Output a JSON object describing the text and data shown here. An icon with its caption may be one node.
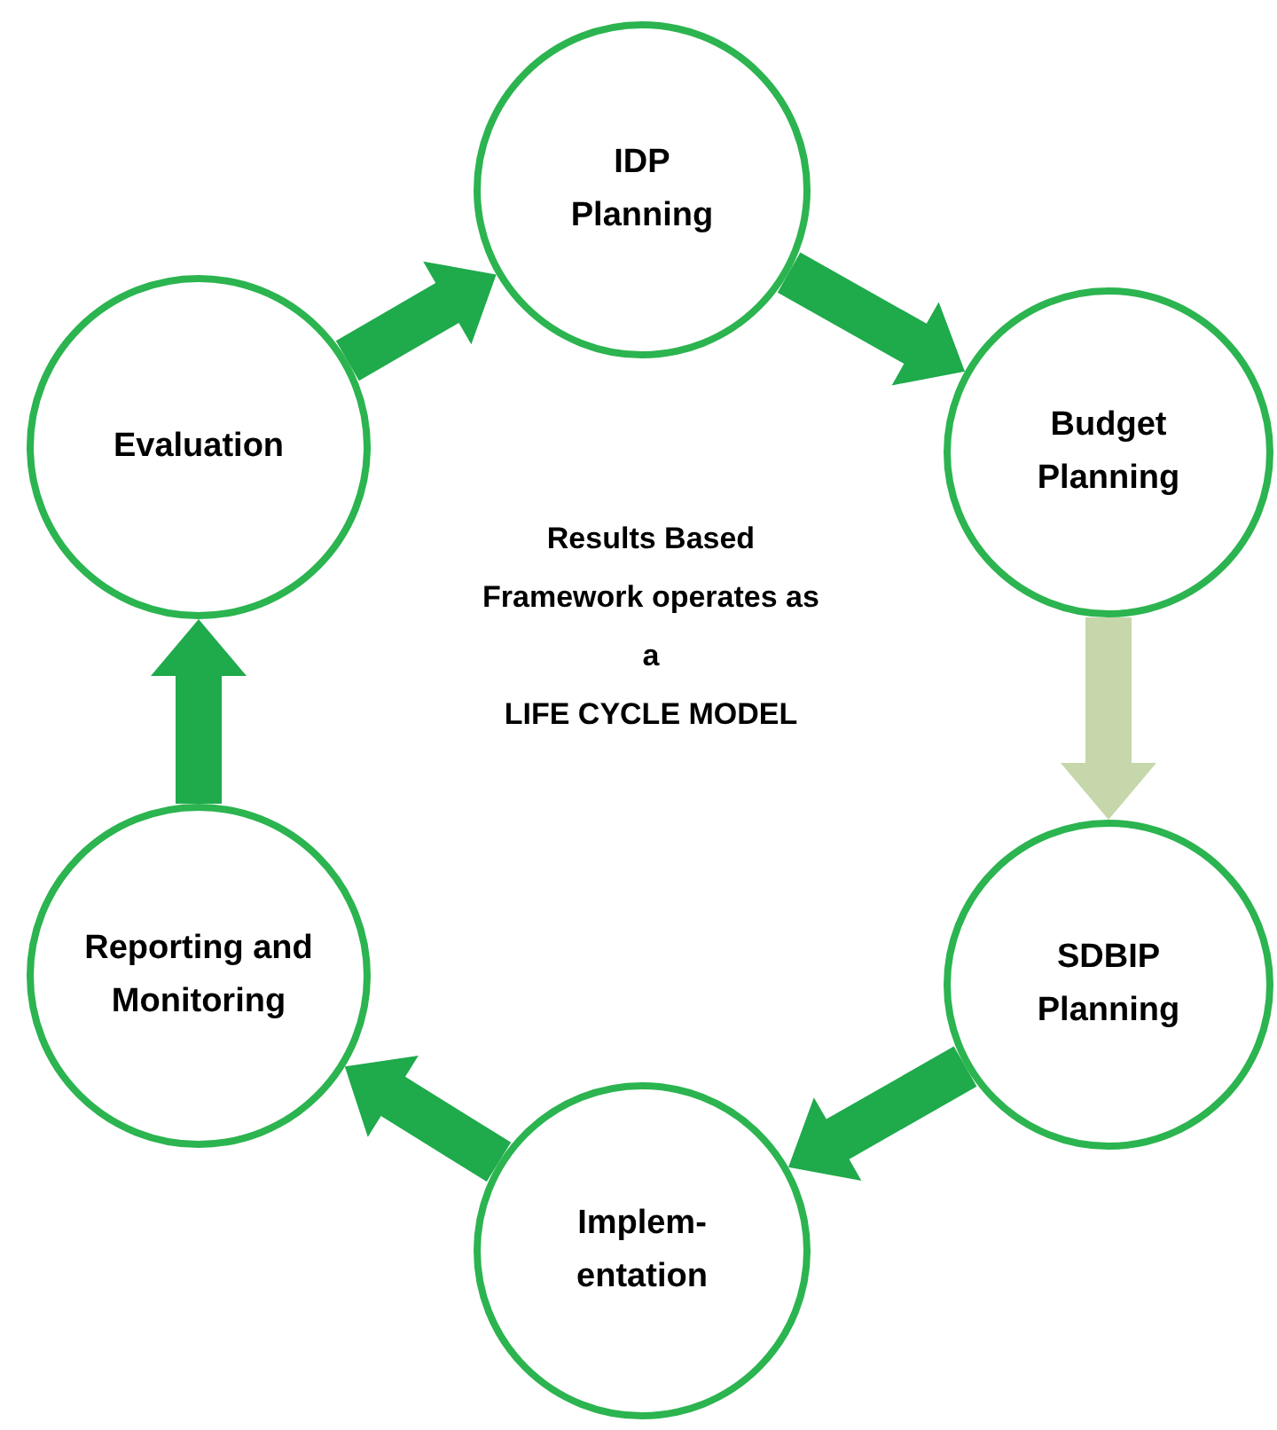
{
  "diagram": {
    "nodes": [
      {
        "text": [
          "IDP Planning"
        ]
      },
      {
        "text": [
          "Budget Planning"
        ]
      },
      {
        "text": [
          "SDBIP Planning"
        ]
      },
      {
        "text": [
          "Implem- entation"
        ]
      },
      {
        "text": [
          "Reporting and Monitoring"
        ]
      },
      {
        "text": [
          "Evaluation"
        ]
      }
    ],
    "edges": [
      {
        "from": 0,
        "to": 1,
        "arrow": "to"
      },
      {
        "from": 1,
        "to": 2,
        "arrow": "to",
        "color": "#c6d7ab"
      },
      {
        "from": 2,
        "to": 3,
        "arrow": "to"
      },
      {
        "from": 3,
        "to": 4,
        "arrow": "to"
      },
      {
        "from": 4,
        "to": 5,
        "arrow": "to"
      },
      {
        "from": 5,
        "to": 0,
        "arrow": "to"
      }
    ],
    "labels": [
      "Results Based Framework operates as a",
      "LIFE CYCLE MODEL"
    ]
  }
}
